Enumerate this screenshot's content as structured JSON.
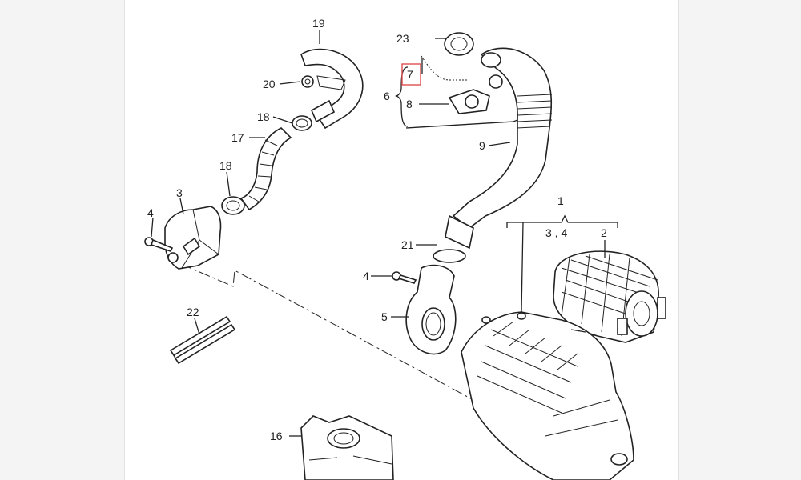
{
  "diagram": {
    "highlight_color": "#e05050",
    "callouts": {
      "c1": "1",
      "c2": "2",
      "c34": "3 , 4",
      "c3": "3",
      "c4a": "4",
      "c4b": "4",
      "c5": "5",
      "c6": "6",
      "c7": "7",
      "c8": "8",
      "c9": "9",
      "c16": "16",
      "c17": "17",
      "c18a": "18",
      "c18b": "18",
      "c19": "19",
      "c20": "20",
      "c21": "21",
      "c22": "22",
      "c23": "23"
    }
  }
}
